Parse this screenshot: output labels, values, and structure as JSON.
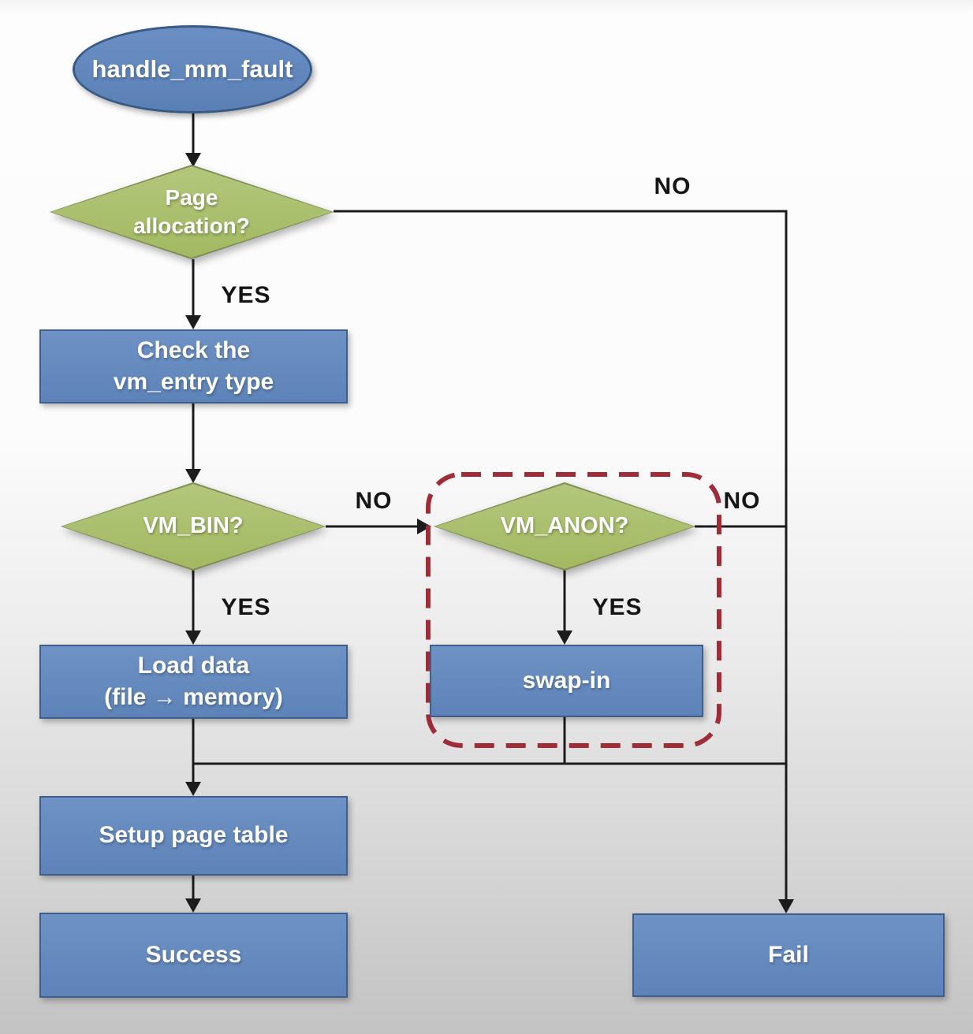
{
  "diagram": {
    "title_node": "handle_mm_fault",
    "nodes": {
      "start": {
        "label": "handle_mm_fault",
        "shape": "ellipse"
      },
      "page_allocation": {
        "lines": [
          "Page",
          "allocation?"
        ],
        "shape": "decision"
      },
      "check_vm_entry": {
        "lines": [
          "Check the",
          "vm_entry type"
        ],
        "shape": "process"
      },
      "vm_bin": {
        "label": "VM_BIN?",
        "shape": "decision"
      },
      "vm_anon": {
        "label": "VM_ANON?",
        "shape": "decision"
      },
      "load_data": {
        "lines": [
          "Load data",
          "(file → memory)"
        ],
        "shape": "process"
      },
      "swap_in": {
        "label": "swap-in",
        "shape": "process"
      },
      "setup_page_table": {
        "label": "Setup page table",
        "shape": "process"
      },
      "success": {
        "label": "Success",
        "shape": "terminal"
      },
      "fail": {
        "label": "Fail",
        "shape": "terminal"
      }
    },
    "edge_labels": {
      "page_allocation_no": "NO",
      "page_allocation_yes": "YES",
      "vm_bin_no": "NO",
      "vm_bin_yes": "YES",
      "vm_anon_no": "NO",
      "vm_anon_yes": "YES"
    },
    "colors": {
      "process_fill": "#5d83b8",
      "process_border": "#3f5e8c",
      "decision_fill": "#a2b961",
      "decision_border": "#7a8a50",
      "highlight_dashed": "#a02c38",
      "connector": "#1c1c1c",
      "node_text": "#ffffff",
      "edge_label_text": "#151515"
    }
  }
}
